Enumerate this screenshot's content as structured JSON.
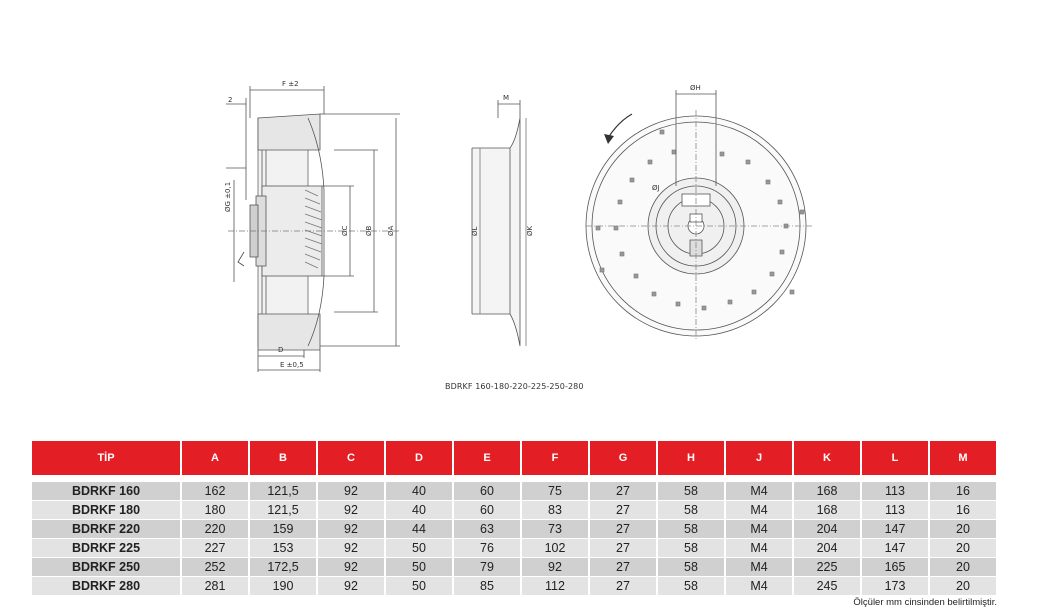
{
  "drawing": {
    "labels": {
      "f": "F ±2",
      "two": "2",
      "g": "ØG ±0,1",
      "c": "ØC",
      "b": "ØB",
      "a": "ØA",
      "d": "D",
      "e": "E ±0,5",
      "m": "M",
      "l": "ØL",
      "k": "ØK",
      "h": "ØH",
      "j": "ØJ"
    },
    "caption": "BDRKF 160-180-220-225-250-280"
  },
  "table": {
    "headers": [
      "TİP",
      "A",
      "B",
      "C",
      "D",
      "E",
      "F",
      "G",
      "H",
      "J",
      "K",
      "L",
      "M"
    ],
    "rows": [
      [
        "BDRKF 160",
        "162",
        "121,5",
        "92",
        "40",
        "60",
        "75",
        "27",
        "58",
        "M4",
        "168",
        "113",
        "16"
      ],
      [
        "BDRKF 180",
        "180",
        "121,5",
        "92",
        "40",
        "60",
        "83",
        "27",
        "58",
        "M4",
        "168",
        "113",
        "16"
      ],
      [
        "BDRKF 220",
        "220",
        "159",
        "92",
        "44",
        "63",
        "73",
        "27",
        "58",
        "M4",
        "204",
        "147",
        "20"
      ],
      [
        "BDRKF 225",
        "227",
        "153",
        "92",
        "50",
        "76",
        "102",
        "27",
        "58",
        "M4",
        "204",
        "147",
        "20"
      ],
      [
        "BDRKF 250",
        "252",
        "172,5",
        "92",
        "50",
        "79",
        "92",
        "27",
        "58",
        "M4",
        "225",
        "165",
        "20"
      ],
      [
        "BDRKF 280",
        "281",
        "190",
        "92",
        "50",
        "85",
        "112",
        "27",
        "58",
        "M4",
        "245",
        "173",
        "20"
      ]
    ]
  },
  "footnote": "Ölçüler mm cinsinden belirtilmiştir."
}
